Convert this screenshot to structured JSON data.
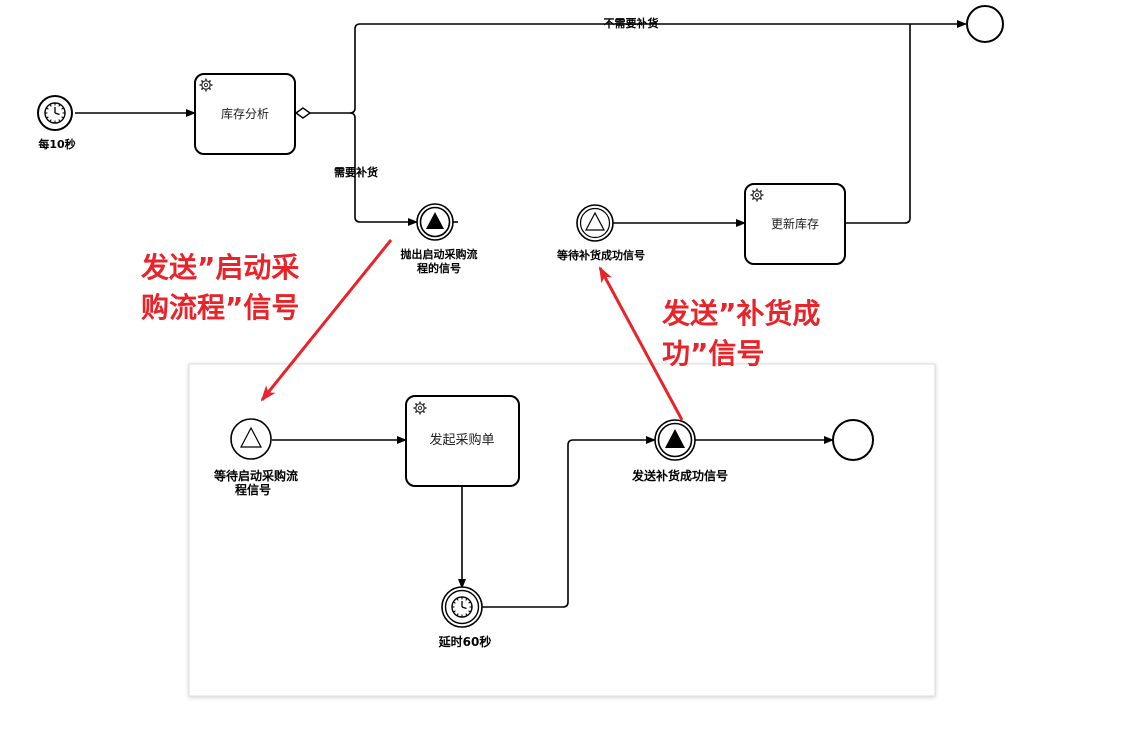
{
  "main_process": {
    "start_event_label": "每10秒",
    "task_inventory_analysis": "库存分析",
    "flow_no_restock": "不需要补货",
    "flow_need_restock": "需要补货",
    "throw_signal_label_line1": "抛出启动采购流",
    "throw_signal_label_line2": "程的信号",
    "catch_signal_label": "等待补货成功信号",
    "task_update_inventory": "更新库存"
  },
  "sub_process": {
    "catch_start_label_line1": "等待启动采购流",
    "catch_start_label_line2": "程信号",
    "task_create_purchase": "发起采购单",
    "timer_label": "延时60秒",
    "throw_success_label": "发送补货成功信号"
  },
  "annotations": {
    "send_start_line1": "发送”启动采",
    "send_start_line2": "购流程”信号",
    "send_success_line1": "发送”补货成",
    "send_success_line2": "功”信号"
  },
  "colors": {
    "annotation": "#e8242a",
    "stroke": "#000000",
    "panel_border": "#dddddd"
  }
}
